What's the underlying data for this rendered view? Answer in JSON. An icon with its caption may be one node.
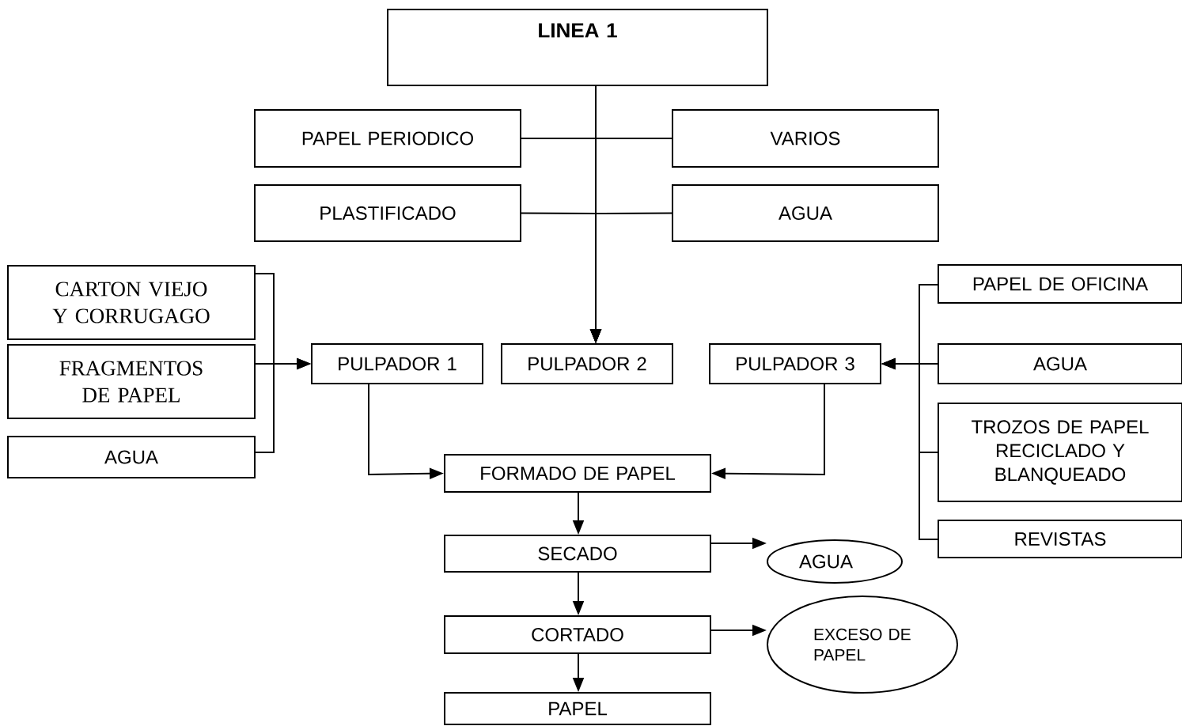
{
  "diagram": {
    "nodes": [
      {
        "text": [
          "LINEA 1"
        ]
      },
      {
        "text": [
          "PAPEL PERIODICO"
        ]
      },
      {
        "text": [
          "VARIOS"
        ]
      },
      {
        "text": [
          "PLASTIFICADO"
        ]
      },
      {
        "text": [
          "AGUA"
        ]
      },
      {
        "text": [
          "CARTON VIEJO Y CORRUGAGO"
        ]
      },
      {
        "text": [
          "FRAGMENTOS DE PAPEL"
        ]
      },
      {
        "text": [
          "AGUA"
        ]
      },
      {
        "text": [
          "PULPADOR 1"
        ]
      },
      {
        "text": [
          "PULPADOR 2"
        ]
      },
      {
        "text": [
          "PULPADOR 3"
        ]
      },
      {
        "text": [
          "PAPEL DE OFICINA"
        ]
      },
      {
        "text": [
          "AGUA"
        ]
      },
      {
        "text": [
          "TROZOS DE PAPEL RECICLADO Y BLANQUEADO"
        ]
      },
      {
        "text": [
          "REVISTAS"
        ]
      },
      {
        "text": [
          "FORMADO DE PAPEL"
        ]
      },
      {
        "text": [
          "SECADO"
        ]
      },
      {
        "text": [
          "AGUA"
        ]
      },
      {
        "text": [
          "CORTADO"
        ]
      },
      {
        "text": [
          "EXCESO DE PAPEL"
        ]
      },
      {
        "text": [
          "PAPEL"
        ]
      }
    ],
    "edges": [
      {
        "from": 0,
        "to": 9,
        "arrow": "to"
      },
      {
        "from": 1,
        "to": 9,
        "arrow": "to"
      },
      {
        "from": 2,
        "to": 9,
        "arrow": "to"
      },
      {
        "from": 3,
        "to": 9,
        "arrow": "to"
      },
      {
        "from": 4,
        "to": 9,
        "arrow": "to"
      },
      {
        "from": 5,
        "to": 8,
        "arrow": "to"
      },
      {
        "from": 6,
        "to": 8,
        "arrow": "to"
      },
      {
        "from": 7,
        "to": 8,
        "arrow": "to"
      },
      {
        "from": 11,
        "to": 10,
        "arrow": "to"
      },
      {
        "from": 12,
        "to": 10,
        "arrow": "to"
      },
      {
        "from": 13,
        "to": 10,
        "arrow": "to"
      },
      {
        "from": 14,
        "to": 10,
        "arrow": "to"
      },
      {
        "from": 8,
        "to": 15,
        "arrow": "to"
      },
      {
        "from": 10,
        "to": 15,
        "arrow": "to"
      },
      {
        "from": 15,
        "to": 16,
        "arrow": "to"
      },
      {
        "from": 16,
        "to": 17,
        "arrow": "to"
      },
      {
        "from": 16,
        "to": 18,
        "arrow": "to"
      },
      {
        "from": 18,
        "to": 19,
        "arrow": "to"
      },
      {
        "from": 18,
        "to": 20,
        "arrow": "to"
      }
    ]
  }
}
